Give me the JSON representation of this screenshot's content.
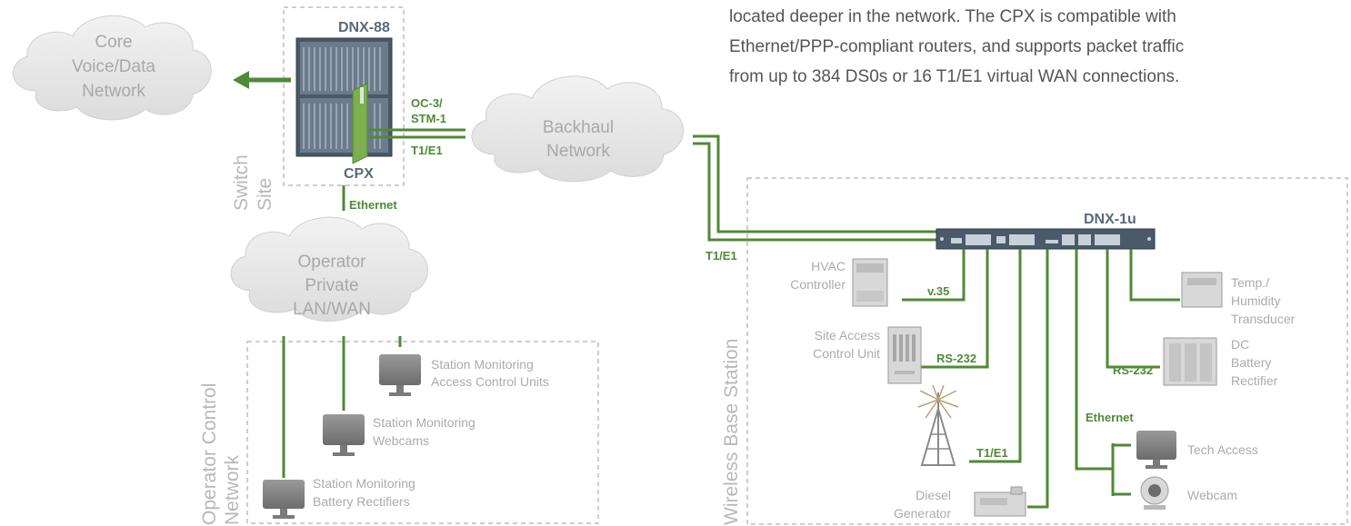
{
  "paragraph": [
    "located deeper in the network. The CPX is compatible with",
    "Ethernet/PPP-compliant routers, and supports packet traffic",
    "from up to 384 DS0s or 16 T1/E1 virtual WAN connections."
  ],
  "clouds": {
    "core": [
      "Core",
      "Voice/Data",
      "Network"
    ],
    "backhaul": [
      "Backhaul",
      "Network"
    ],
    "operator": [
      "Operator",
      "Private",
      "LAN/WAN"
    ]
  },
  "switch_site": {
    "title": [
      "Switch",
      "Site"
    ],
    "device": "DNX-88",
    "card": "CPX",
    "link_oc3": [
      "OC-3/",
      "STM-1"
    ],
    "link_t1": "T1/E1",
    "link_ethernet": "Ethernet"
  },
  "operator_network": {
    "title": [
      "Operator Control",
      "Network"
    ],
    "items": [
      [
        "Station Monitoring",
        "Access Control Units"
      ],
      [
        "Station Monitoring",
        "Webcams"
      ],
      [
        "Station Monitoring",
        "Battery Rectifiers"
      ]
    ]
  },
  "base_station": {
    "title": "Wireless Base Station",
    "device": "DNX-1u",
    "link_t1_left": "T1/E1",
    "hvac": [
      "HVAC",
      "Controller"
    ],
    "hvac_link": "v.35",
    "access": [
      "Site Access",
      "Control Unit"
    ],
    "access_link": "RS-232",
    "tower_link": "T1/E1",
    "diesel": [
      "Diesel",
      "Generator"
    ],
    "temp": [
      "Temp./",
      "Humidity",
      "Transducer"
    ],
    "dc": [
      "DC",
      "Battery",
      "Rectifier"
    ],
    "dc_link": "RS-232",
    "ethernet": "Ethernet",
    "tech": "Tech Access",
    "webcam": "Webcam"
  },
  "colors": {
    "green_link": "#4f8a36",
    "cloud_fill": "#e6e6e6",
    "dashed_border": "#bdbdbd",
    "device_label": "#5a6a7a"
  }
}
